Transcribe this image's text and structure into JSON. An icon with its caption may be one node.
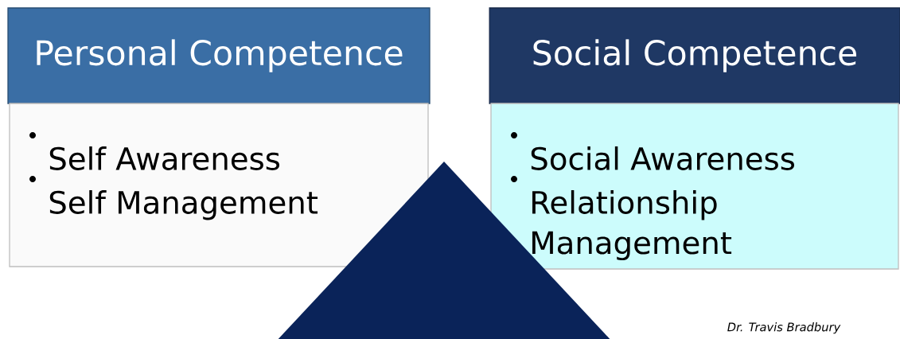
{
  "diagram": {
    "nodes": [
      {
        "text": [
          "Personal Competence",
          "Self Awareness",
          "Self Management"
        ]
      },
      {
        "text": [
          "Social Competence",
          "Social Awareness",
          "Relationship Management"
        ]
      },
      {
        "text": [],
        "shape": "triangle"
      }
    ],
    "labels": [
      "Dr. Travis Bradbury"
    ]
  }
}
